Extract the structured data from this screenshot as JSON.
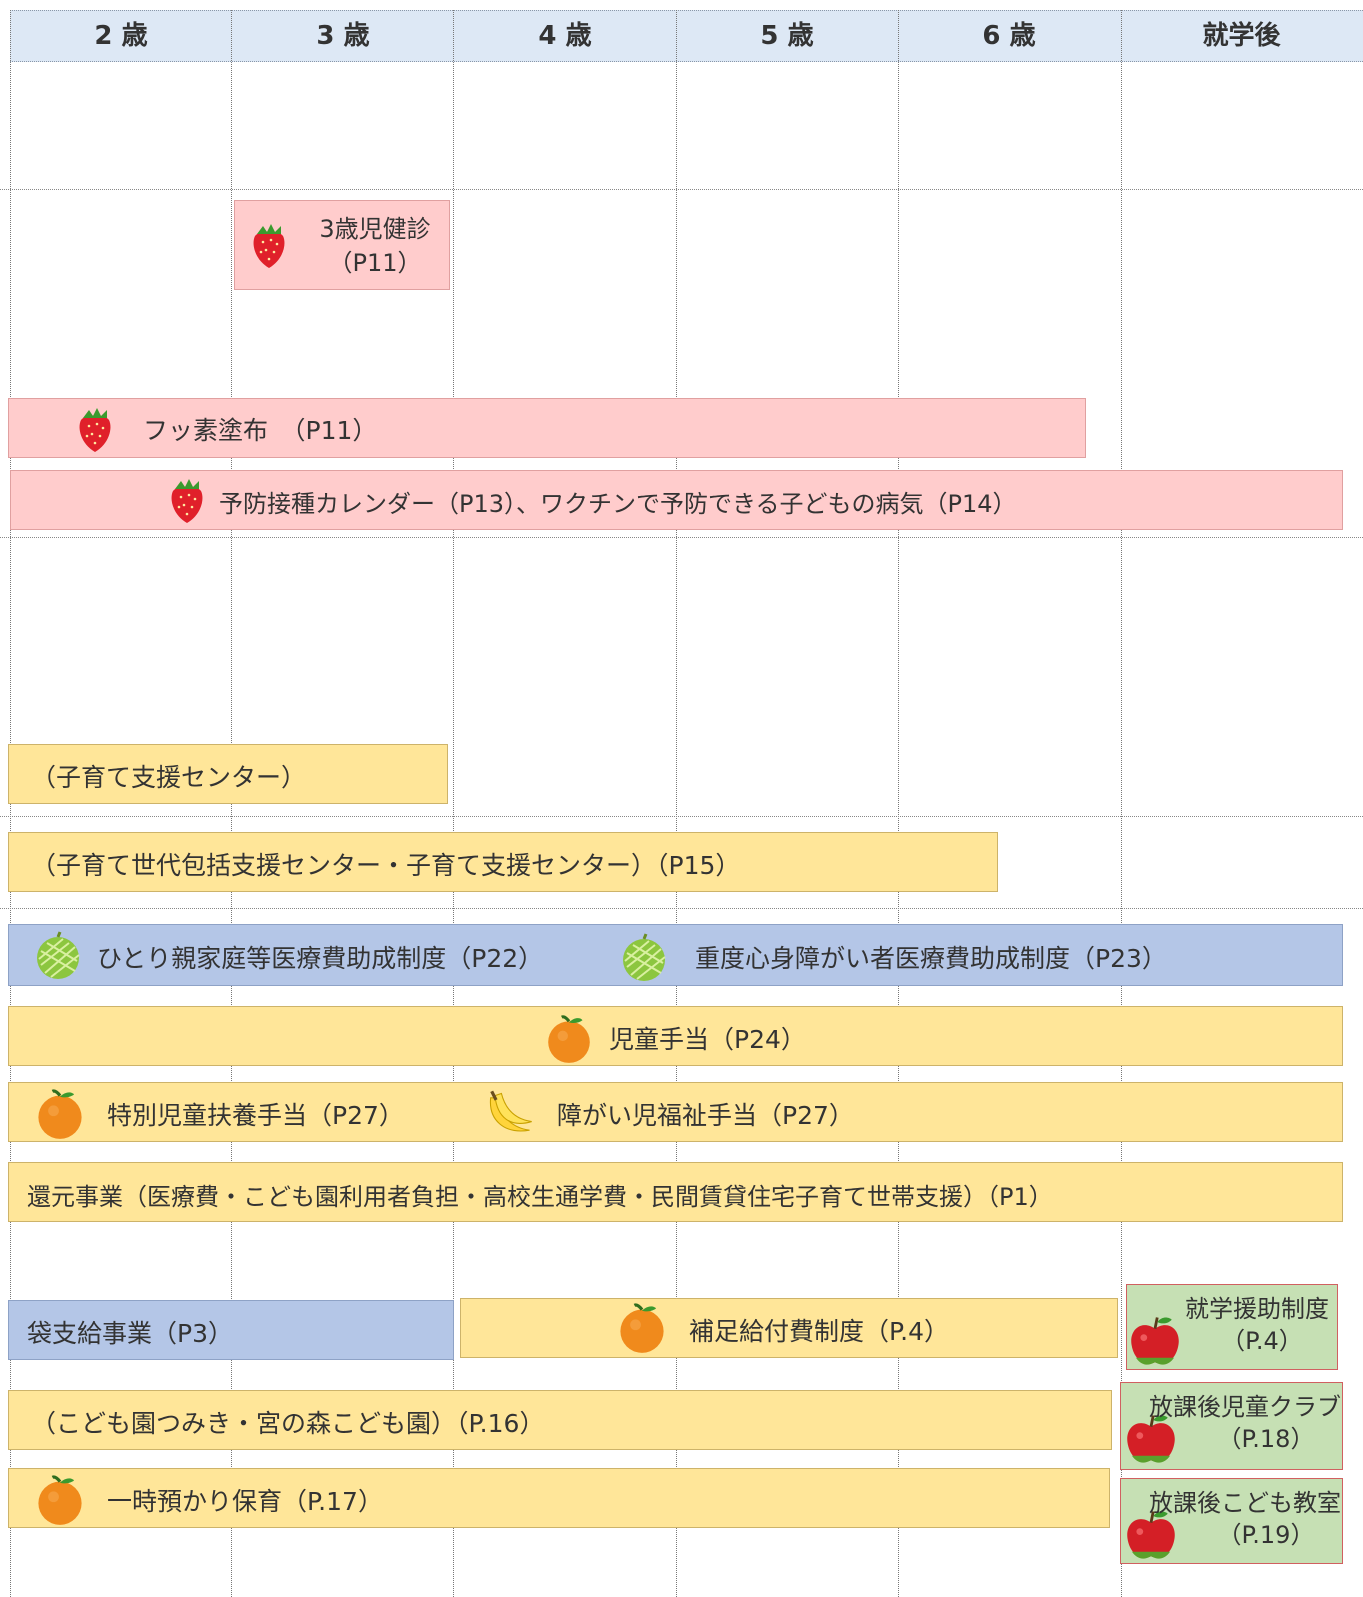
{
  "header": {
    "ages": [
      "2 歳",
      "3 歳",
      "4 歳",
      "5 歳",
      "6 歳",
      "就学後"
    ]
  },
  "health": {
    "checkup3_line1": "3歳児健診",
    "checkup3_line2": "（P11）",
    "fluoride": "フッ素塗布　（P11）",
    "vaccination": "予防接種カレンダー（P13）、ワクチンで予防できる子どもの病気（P14）"
  },
  "support": {
    "center": "（子育て支援センター）",
    "comprehensive": "（子育て世代包括支援センター・子育て支援センター）（P15）"
  },
  "allowances": {
    "single_parent": "ひとり親家庭等医療費助成制度（P22）",
    "disability_medical": "重度心身障がい者医療費助成制度（P23）",
    "child_allowance": "児童手当（P24）",
    "special_child": "特別児童扶養手当（P27）",
    "disabled_child_welfare": "障がい児福祉手当（P27）",
    "refund": "還元事業（医療費・こども園利用者負担・高校生通学費・民間賃貸住宅子育て世帯支援）（P1）"
  },
  "education": {
    "bag_supply": "袋支給事業（P3）",
    "supplementary": "補足給付費制度（P.4）",
    "school_aid_line1": "就学援助制度",
    "school_aid_line2": "（P.4）",
    "kindergarten": "（こども園つみき・宮の森こども園）（P.16）",
    "afterschool_club_line1": "放課後児童クラブ",
    "afterschool_club_line2": "（P.18）",
    "temp_childcare": "一時預かり保育（P.17）",
    "afterschool_class_line1": "放課後こども教室",
    "afterschool_class_line2": "（P.19）"
  },
  "colors": {
    "pink": "#ffcccc",
    "yellow": "#ffe699",
    "blue": "#b4c6e7",
    "green": "#c6e0b4",
    "header": "#dde8f5"
  },
  "icons": [
    "strawberry-icon",
    "melon-icon",
    "orange-icon",
    "banana-icon",
    "apple-icon"
  ]
}
